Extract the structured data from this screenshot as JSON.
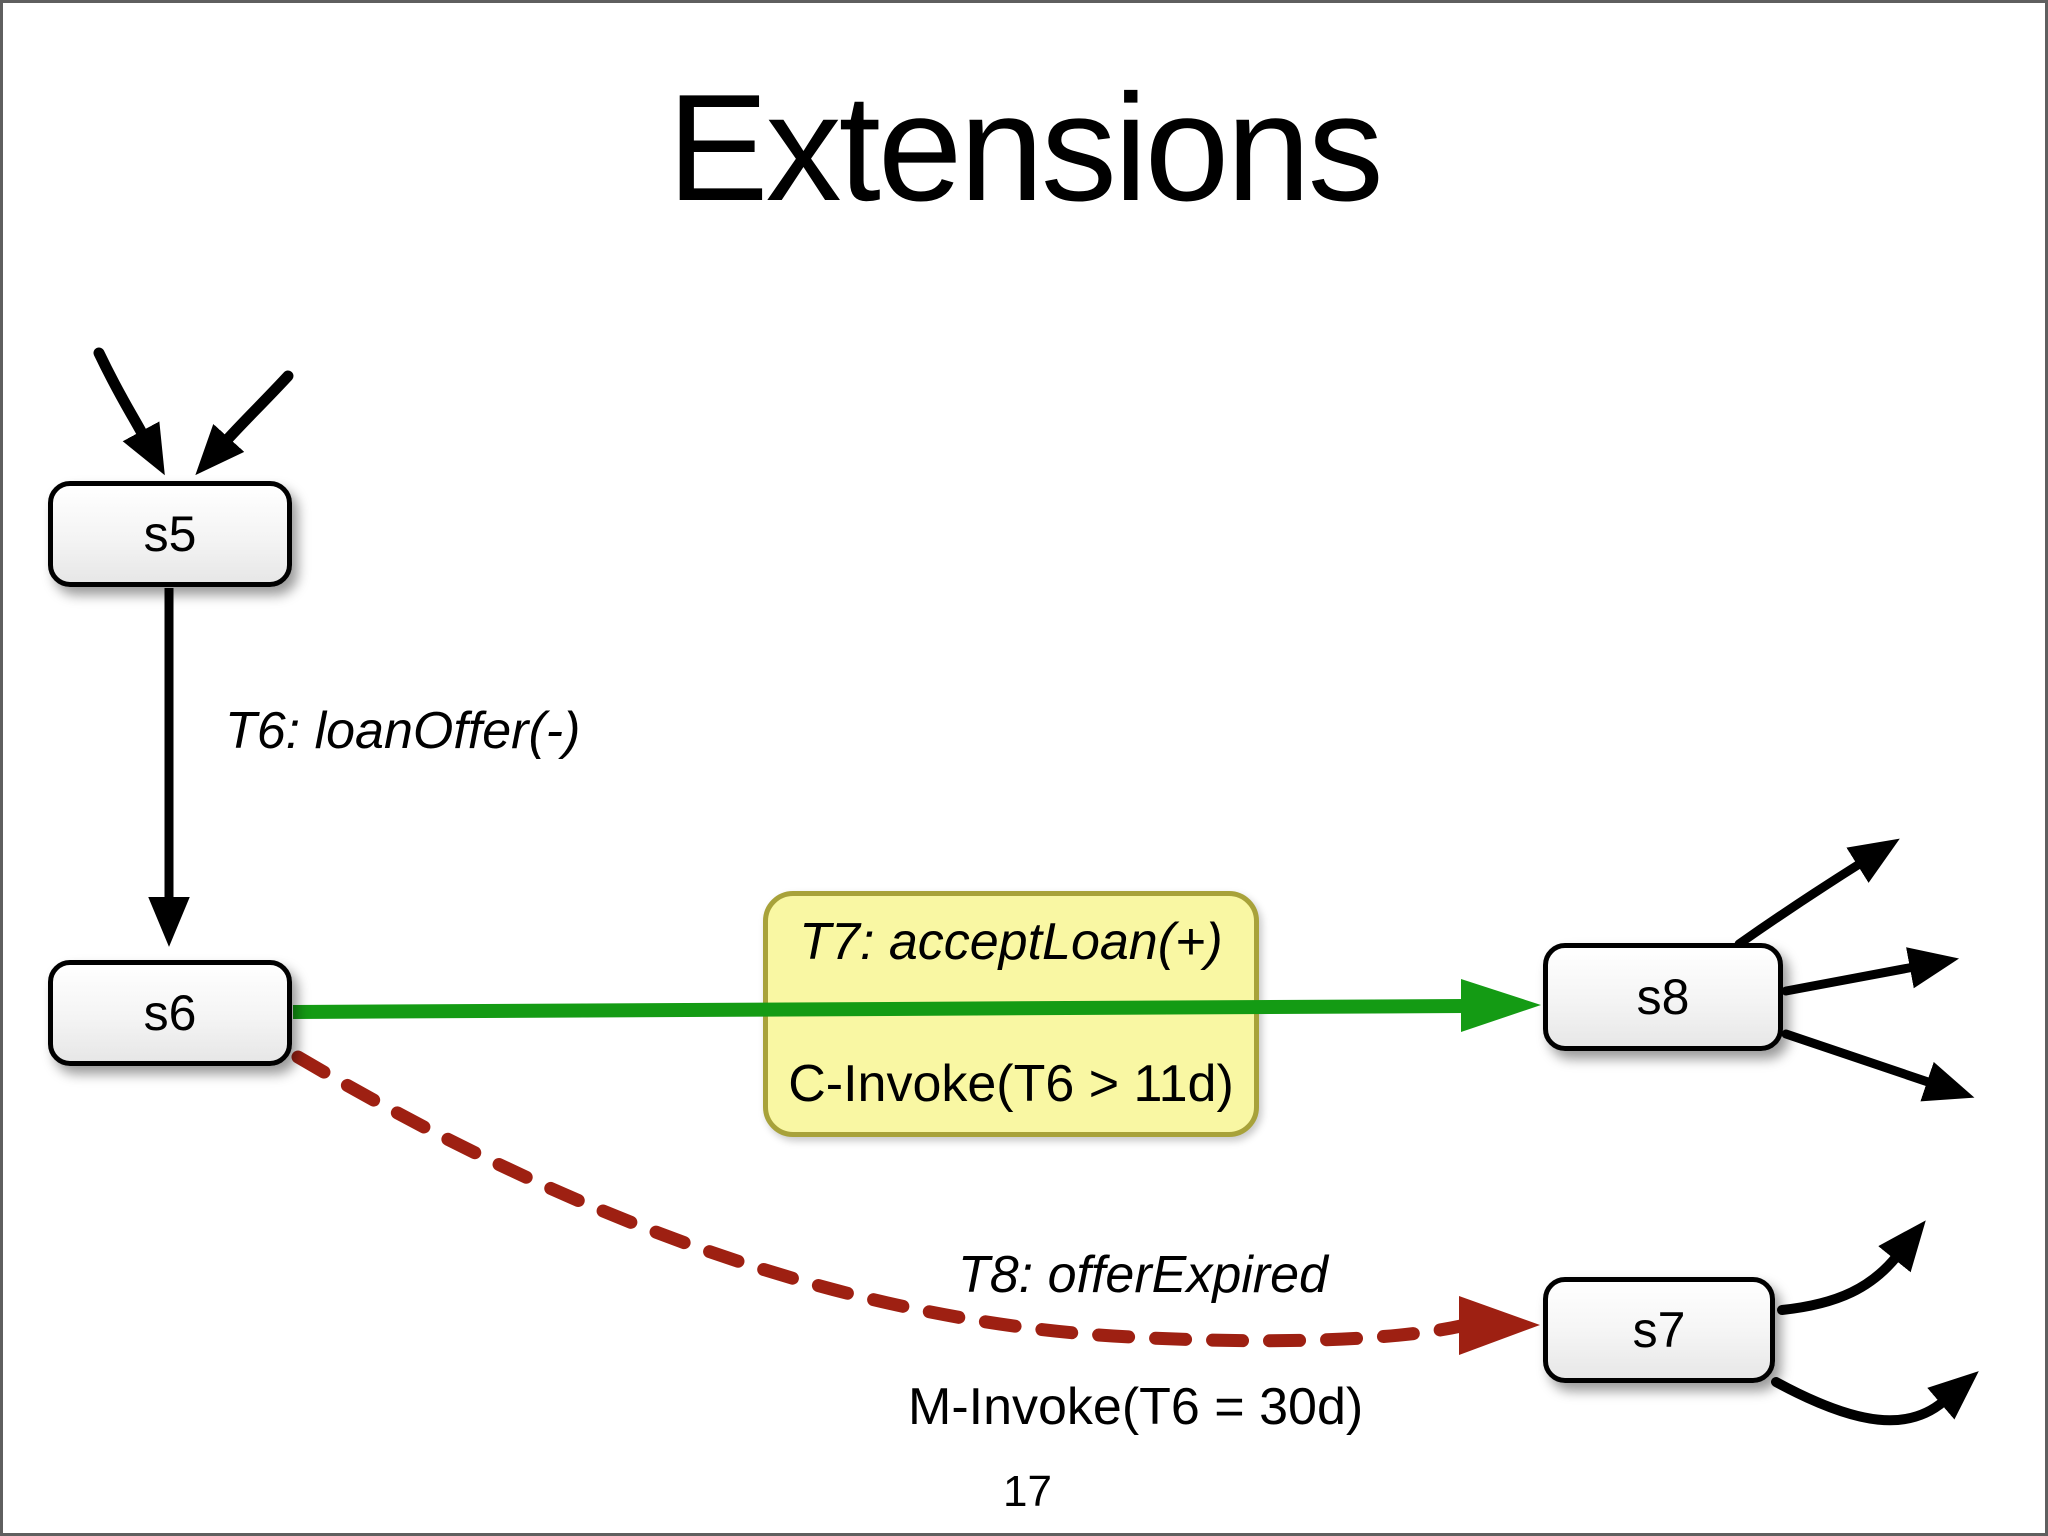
{
  "slide": {
    "title": "Extensions",
    "page_number": "17",
    "background_color": "#ffffff",
    "border_color": "#5f5f5f"
  },
  "diagram": {
    "states": [
      {
        "label": "s5"
      },
      {
        "label": "s6"
      },
      {
        "label": "s8"
      },
      {
        "label": "s7"
      }
    ],
    "transitions": [
      {
        "name": "T6",
        "label": "T6: loanOffer(-)",
        "from": "s5",
        "to": "s6",
        "style": "solid",
        "color": "#000000"
      },
      {
        "name": "T7",
        "label": "T7: acceptLoan(+)",
        "condition": "C-Invoke(T6 > 11d)",
        "from": "s6",
        "to": "s8",
        "style": "solid-thick",
        "color": "#149b14"
      },
      {
        "name": "T8",
        "label": "T8: offerExpired",
        "condition": "M-Invoke(T6 = 30d)",
        "from": "s6",
        "to": "s7",
        "style": "dashed",
        "color": "#9e2012"
      }
    ],
    "callout": {
      "fill_color": "#f9f7a3",
      "border_color": "#a8a23a"
    }
  }
}
